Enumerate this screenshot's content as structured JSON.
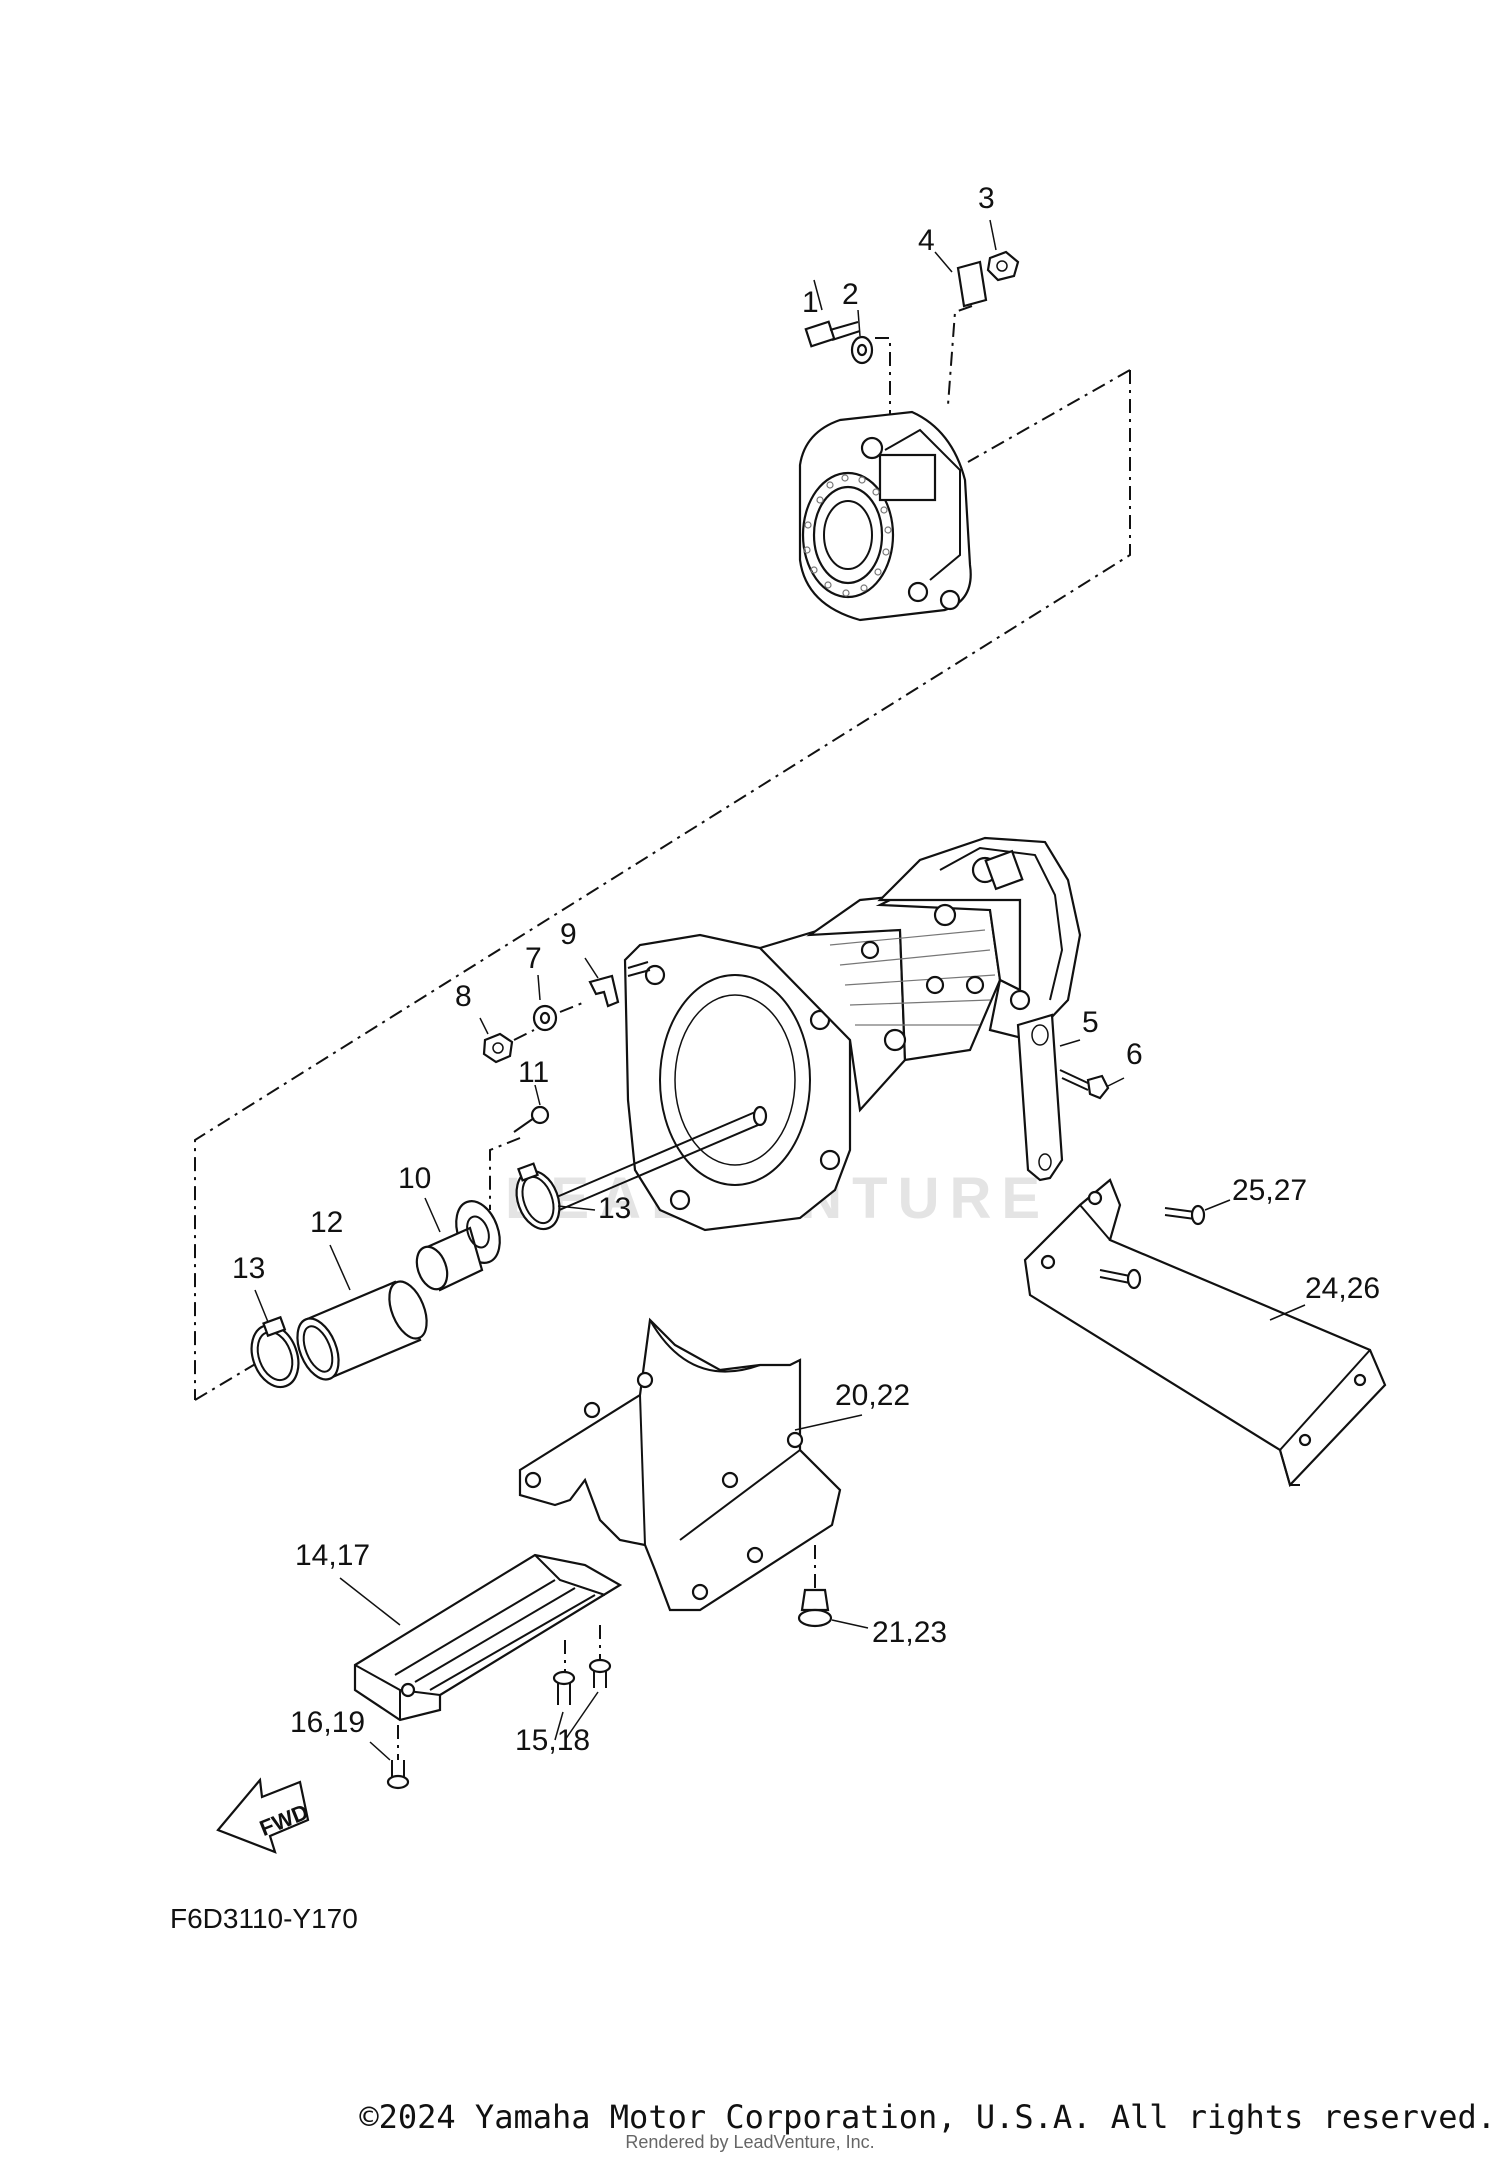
{
  "diagram": {
    "figure_code": "F6D3110-Y170",
    "fwd_label": "FWD",
    "watermark": "LEADVENTURE",
    "callouts": {
      "c1": "1",
      "c2": "2",
      "c3": "3",
      "c4": "4",
      "c5": "5",
      "c6": "6",
      "c7": "7",
      "c8": "8",
      "c9": "9",
      "c10": "10",
      "c11": "11",
      "c12": "12",
      "c13a": "13",
      "c13b": "13",
      "c14_17": "14,17",
      "c15_18": "15,18",
      "c16_19": "16,19",
      "c20_22": "20,22",
      "c21_23": "21,23",
      "c24_26": "24,26",
      "c25_27": "25,27"
    }
  },
  "footer": {
    "copyright": "©2024 Yamaha Motor Corporation, U.S.A. All rights reserved.",
    "rendered_by": "Rendered by LeadVenture, Inc."
  }
}
